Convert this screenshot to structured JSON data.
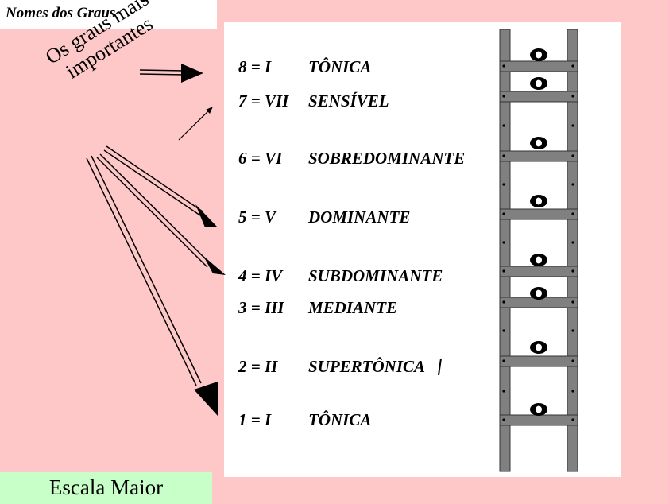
{
  "header": {
    "title": "Nomes dos Graus"
  },
  "note": {
    "line1": "Os graus  mais",
    "line2": "importantes"
  },
  "degrees": [
    {
      "degree": "8 = I",
      "name": "TÔNICA"
    },
    {
      "degree": "7 = VII",
      "name": "SENSÍVEL"
    },
    {
      "degree": "6 = VI",
      "name": "SOBREDOMINANTE"
    },
    {
      "degree": "5 = V",
      "name": "DOMINANTE"
    },
    {
      "degree": "4 = IV",
      "name": "SUBDOMINANTE"
    },
    {
      "degree": "3 = III",
      "name": "MEDIANTE"
    },
    {
      "degree": "2 = II",
      "name": "SUPERTÔNICA"
    },
    {
      "degree": "1 = I",
      "name": "TÔNICA"
    }
  ],
  "footer": {
    "label": "Escala Maior"
  },
  "colors": {
    "background": "#ffc8c8",
    "footer_background": "#c8ffc8",
    "ladder": "#808080"
  }
}
